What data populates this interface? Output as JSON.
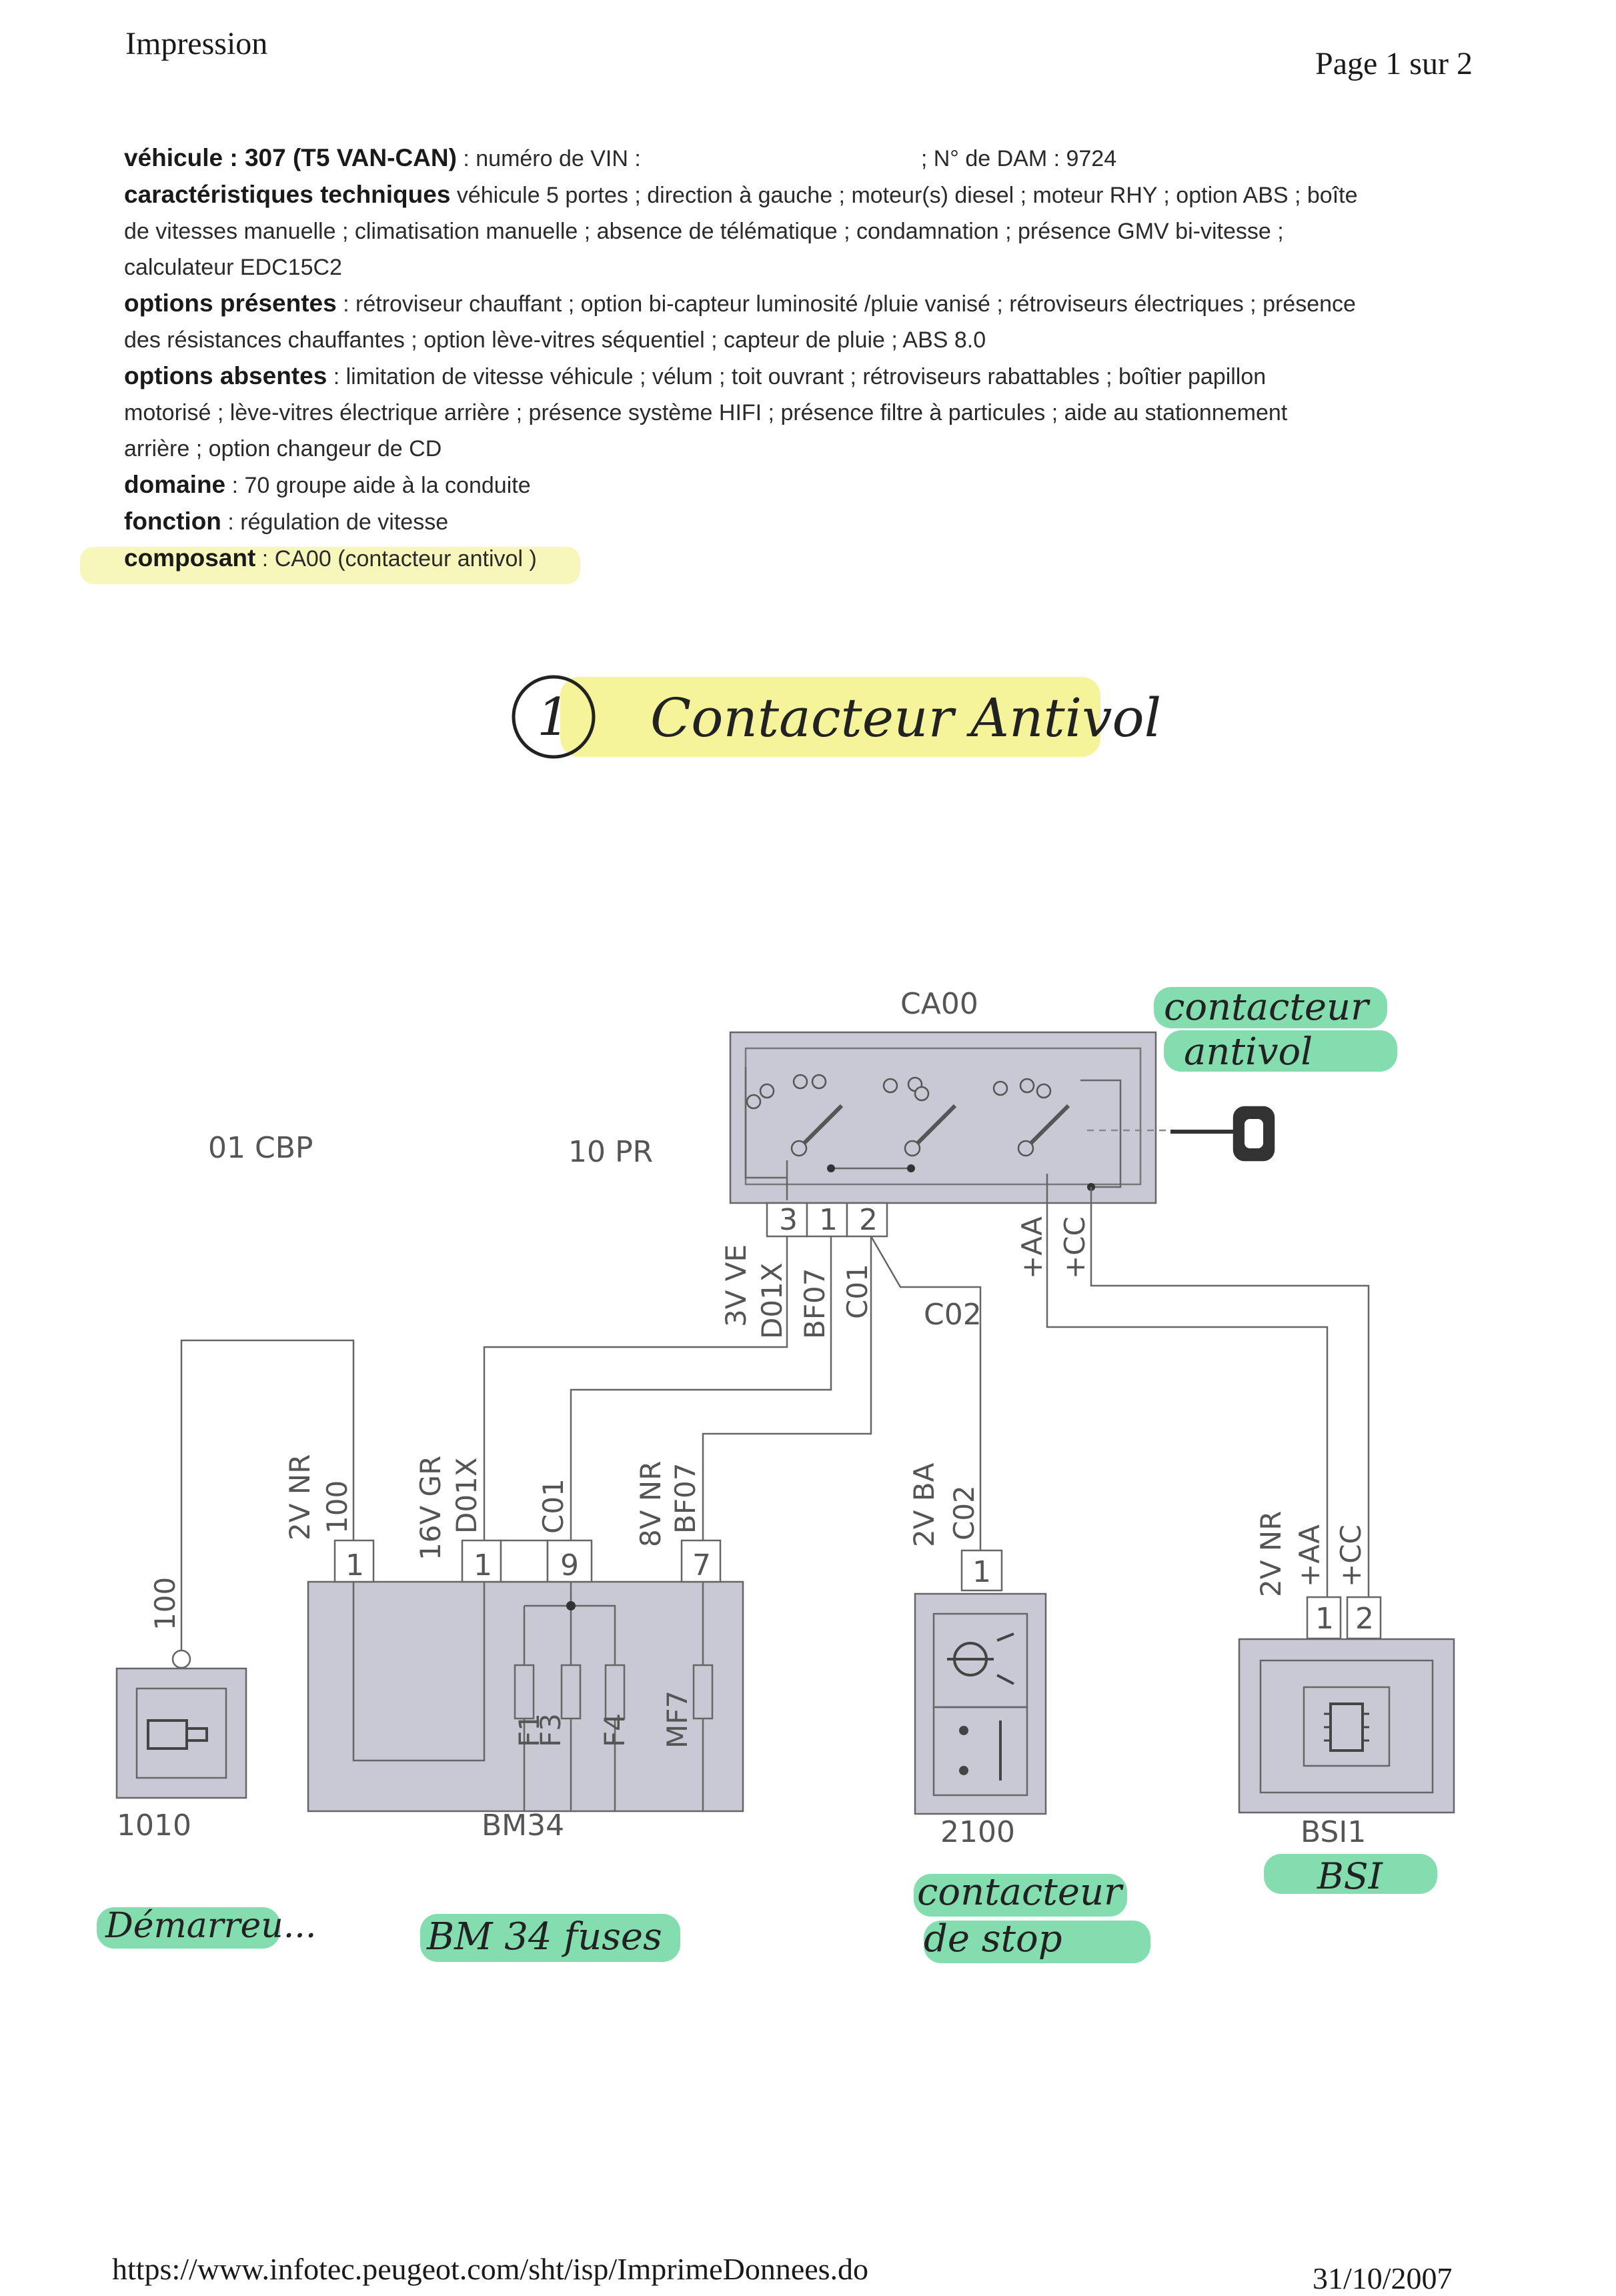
{
  "header": {
    "title": "Impression",
    "page": "Page 1 sur 2"
  },
  "info": {
    "vehicule_label": "véhicule : 307 (T5 VAN-CAN)",
    "vehicule_rest": " : numéro de VIN :",
    "dam": "; N° de DAM : 9724",
    "carac_label": "caractéristiques techniques",
    "carac_line1": " véhicule 5 portes ; direction à gauche ; moteur(s) diesel ; moteur RHY ; option ABS ; boîte",
    "carac_line2": "de vitesses manuelle ; climatisation manuelle ; absence de télématique ; condamnation ; présence GMV bi-vitesse ;",
    "carac_line3": "calculateur EDC15C2",
    "opt_pres_label": "options présentes",
    "opt_pres_line1": " : rétroviseur chauffant ; option bi-capteur luminosité /pluie vanisé ; rétroviseurs électriques ; présence",
    "opt_pres_line2": "des résistances chauffantes ; option lève-vitres séquentiel ; capteur de pluie ; ABS 8.0",
    "opt_abs_label": "options absentes",
    "opt_abs_line1": " : limitation de vitesse véhicule ; vélum ; toit ouvrant ; rétroviseurs rabattables ; boîtier papillon",
    "opt_abs_line2": "motorisé ; lève-vitres électrique arrière ; présence système HIFI ; présence filtre à particules ; aide au stationnement",
    "opt_abs_line3": "arrière ; option changeur de CD",
    "domaine_label": "domaine",
    "domaine_value": " : 70 groupe aide à la conduite",
    "fonction_label": "fonction",
    "fonction_value": " : régulation de vitesse",
    "composant_label": "composant",
    "composant_value": " : CA00 (contacteur antivol )"
  },
  "handwriting": {
    "title_number": "1",
    "title": "Contacteur Antivol",
    "ca00_note_1": "contacteur",
    "ca00_note_2": "antivol",
    "demarreur": "Démarreu...",
    "bm34": "BM  34 fuses",
    "stop_1": "contacteur",
    "stop_2": "de stop",
    "bsi": "BSI"
  },
  "diagram": {
    "labels": {
      "cbp": "01  CBP",
      "pr": "10  PR",
      "ca00": "CA00",
      "pin3": "3",
      "pin1": "1",
      "pin2": "2",
      "w_3vve": "3V  VE",
      "w_d01x": "D01X",
      "w_bf07": "BF07",
      "w_c01": "C01",
      "w_c02": "C02",
      "w_aa": "+AA",
      "w_cc": "+CC",
      "bm_2vnr": "2V  NR",
      "bm_100": "100",
      "bm_16vgr": "16V  GR",
      "bm_d01x": "D01X",
      "bm_c01": "C01",
      "bm_8vnr": "8V  NR",
      "bm_bf07": "BF07",
      "bm_pin_a": "1",
      "bm_pin_b": "1",
      "bm_pin_c": "9",
      "bm_pin_d": "7",
      "f1": "F1",
      "f3": "F3",
      "f4": "F4",
      "mf7": "MF7",
      "c1010_wire": "100",
      "c1010": "1010",
      "bm34": "BM34",
      "s_2vba": "2V  BA",
      "s_c02": "C02",
      "s_pin": "1",
      "c2100": "2100",
      "bsi_2vnr": "2V  NR",
      "bsi_aa": "+AA",
      "bsi_cc": "+CC",
      "bsi_pin1": "1",
      "bsi_pin2": "2",
      "bsi11": "BSI1"
    }
  },
  "footer": {
    "url": "https://www.infotec.peugeot.com/sht/isp/ImprimeDonnees.do",
    "date": "31/10/2007"
  }
}
